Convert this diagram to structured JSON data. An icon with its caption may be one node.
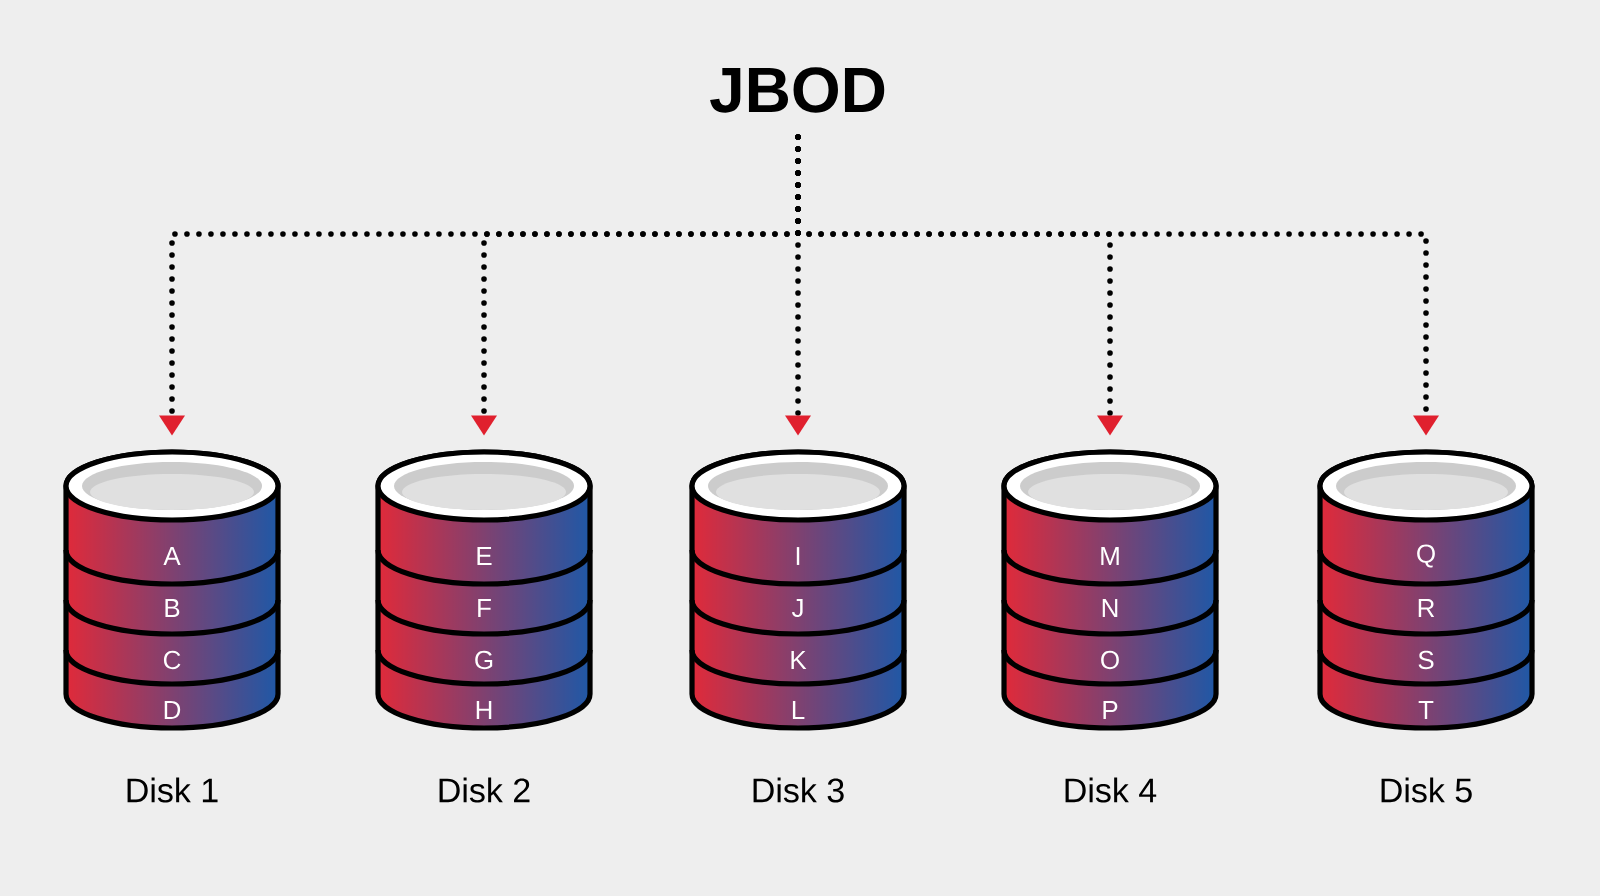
{
  "diagram": {
    "nodes": [
      {
        "text": [
          "JBOD"
        ]
      },
      {
        "text": [
          "A",
          "B",
          "C",
          "D"
        ],
        "beside": [
          "Disk 1"
        ]
      },
      {
        "text": [
          "E",
          "F",
          "G",
          "H"
        ],
        "beside": [
          "Disk 2"
        ]
      },
      {
        "text": [
          "I",
          "J",
          "K",
          "L"
        ],
        "beside": [
          "Disk 3"
        ]
      },
      {
        "text": [
          "M",
          "N",
          "O",
          "P"
        ],
        "beside": [
          "Disk 4"
        ]
      },
      {
        "text": [
          "Q",
          "R",
          "S",
          "T"
        ],
        "beside": [
          "Disk 5"
        ]
      }
    ],
    "edges": [
      {
        "from": 0,
        "to": 1,
        "arrow": "to",
        "style": "dashed"
      },
      {
        "from": 0,
        "to": 2,
        "arrow": "to",
        "style": "dashed"
      },
      {
        "from": 0,
        "to": 3,
        "arrow": "to",
        "style": "dashed"
      },
      {
        "from": 0,
        "to": 4,
        "arrow": "to",
        "style": "dashed"
      },
      {
        "from": 0,
        "to": 5,
        "arrow": "to",
        "style": "dashed"
      }
    ]
  }
}
